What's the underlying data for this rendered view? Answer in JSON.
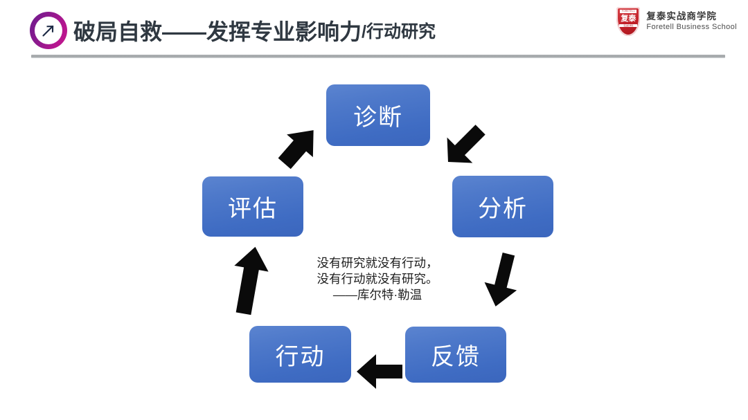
{
  "header": {
    "bullet_icon": "arrow-up-right-circle-icon",
    "title_main": "破局自救——发挥专业影响力",
    "title_sub": "/行动研究",
    "divider_color": "#9b9fa2",
    "accent_color": "#8e1a8e"
  },
  "brand": {
    "shield_icon": "shield-logo",
    "shield_band_top": "FORETELL",
    "shield_characters": "复泰",
    "shield_band_bottom": "实战商学院",
    "name_cn": "复泰实战商学院",
    "name_en": "Foretell Business School",
    "shield_color": "#c22028"
  },
  "diagram": {
    "type": "cycle",
    "node_color": "#4472C4",
    "node_text_color": "#FFFFFF",
    "arrow_color": "#0A0A0A",
    "nodes": [
      {
        "id": "diagnose",
        "label": "诊断"
      },
      {
        "id": "analyze",
        "label": "分析"
      },
      {
        "id": "feedback",
        "label": "反馈"
      },
      {
        "id": "action",
        "label": "行动"
      },
      {
        "id": "evaluate",
        "label": "评估"
      }
    ],
    "arrows": [
      {
        "id": "diagnose-to-analyze",
        "from": "诊断",
        "to": "分析",
        "direction": "down-right"
      },
      {
        "id": "analyze-to-feedback",
        "from": "分析",
        "to": "反馈",
        "direction": "down"
      },
      {
        "id": "feedback-to-action",
        "from": "反馈",
        "to": "行动",
        "direction": "left"
      },
      {
        "id": "action-to-evaluate",
        "from": "行动",
        "to": "评估",
        "direction": "up"
      },
      {
        "id": "evaluate-to-diagnose",
        "from": "评估",
        "to": "诊断",
        "direction": "up-right"
      }
    ],
    "quote": {
      "text": "没有研究就没有行动，\n没有行动就没有研究。",
      "attribution": "——库尔特·勒温"
    }
  }
}
